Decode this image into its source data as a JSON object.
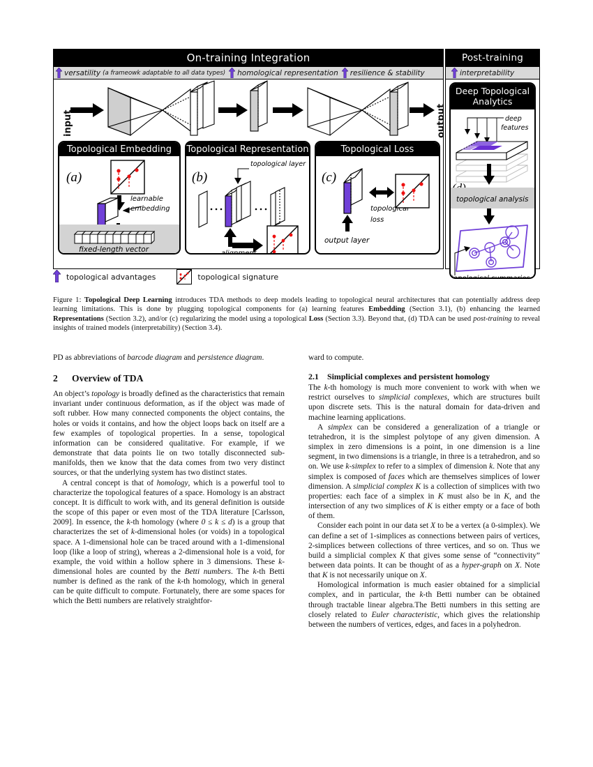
{
  "figure": {
    "left_header": "On-training Integration",
    "right_header": "Post-training",
    "advantages": [
      {
        "main": "versatility",
        "sub": "(a frameowk adaptable to all data types)"
      },
      {
        "main": "homological representation",
        "sub": ""
      },
      {
        "main": "resilience & stability",
        "sub": ""
      }
    ],
    "post_advantage": {
      "main": "interpretability",
      "sub": ""
    },
    "input_label": "input",
    "output_label": "output",
    "panels": [
      {
        "title": "Topological Embedding",
        "tag": "(a)",
        "labels": [
          "learnable",
          "embedding",
          "fixed-length vector"
        ]
      },
      {
        "title": "Topological Representation",
        "tag": "(b)",
        "labels": [
          "topological layer",
          "alignment"
        ]
      },
      {
        "title": "Topological Loss",
        "tag": "(c)",
        "labels": [
          "topological",
          "loss",
          "output layer"
        ]
      }
    ],
    "dta": {
      "title_line1": "Deep Topological",
      "title_line2": "Analytics",
      "tag": "(d)",
      "deep_features_line1": "deep",
      "deep_features_line2": "features",
      "analysis_label": "topological analysis",
      "summaries_label": "topological summaries"
    },
    "legend": [
      {
        "icon": "up-arrow-icon",
        "label": "topological advantages"
      },
      {
        "icon": "signature-square-icon",
        "label": "topological signature"
      }
    ],
    "colors": {
      "purple": "#7040d8",
      "light_purple": "#b79ae8",
      "red": "#ee1111",
      "black": "#000000",
      "grey": "#d9d9d9"
    }
  },
  "caption": {
    "label": "Figure 1:",
    "bold1": "Topological Deep Learning",
    "text1": " introduces TDA methods to deep models leading to topological neural architectures that can potentially address deep learning limitations. This is done by plugging topological components for (a) learning features ",
    "bold2": "Embedding",
    "text2": " (Section 3.1), (b) enhancing the learned ",
    "bold3": "Representations",
    "text3": " (Section 3.2), and/or (c) regularizing the model using a topological ",
    "bold4": "Loss",
    "text4": " (Section 3.3). Beyond that, (d) TDA can be used ",
    "italic1": "post-training",
    "text5": " to reveal insights of trained models (interpretability) (Section 3.4)."
  },
  "left_column": {
    "continued_para": {
      "pre": "PD as abbreviations of ",
      "i1": "barcode diagram",
      "mid": " and ",
      "i2": "persistence diagram",
      "post": "."
    },
    "section_number": "2",
    "section_title": "Overview of TDA",
    "para1": {
      "pre": "An object’s ",
      "i1": "topology",
      "post": " is broadly defined as the characteristics that remain invariant under continuous deformation, as if the object was made of soft rubber. How many connected components the object contains, the holes or voids it contains, and how the object loops back on itself are a few examples of topological properties. In a sense, topological information can be considered qualitative. For example, if we demonstrate that data points lie on two totally disconnected sub-manifolds, then we know that the data comes from two very distinct sources, or that the underlying system has two distinct states."
    },
    "para2": {
      "pre": "A central concept is that of ",
      "i1": "homology",
      "mid1": ", which is a powerful tool to characterize the topological features of a space. Homology is an abstract concept. It is difficult to work with, and its general definition is outside the scope of this paper or even most of the TDA literature [Carlsson, 2009]. In essence, the ",
      "m1": "k",
      "mid2": "-th homology (where ",
      "m2": "0 ≤ k ≤ d",
      "mid3": ") is a group that characterizes the set of ",
      "m3": "k",
      "mid4": "-dimensional holes (or voids) in a topological space. A 1-dimensional hole can be traced around with a 1-dimensional loop (like a loop of string), whereas a 2-dimensional hole is a void, for example, the void within a hollow sphere in 3 dimensions. These ",
      "m4": "k",
      "mid5": "-dimensional holes are counted by the ",
      "i2": "Betti numbers",
      "mid6": ". The ",
      "m5": "k",
      "mid7": "-th Betti number is defined as the rank of the ",
      "m6": "k",
      "post": "-th homology, which in general can be quite difficult to compute. Fortunately, there are some spaces for which the Betti numbers are relatively straightfor-"
    }
  },
  "right_column": {
    "continued_text": "ward to compute.",
    "subsection_number": "2.1",
    "subsection_title": "Simplicial complexes and persistent homology",
    "para1": {
      "pre": "The ",
      "m1": "k",
      "mid1": "-th homology is much more convenient to work with when we restrict ourselves to ",
      "i1": "simplicial complexes",
      "post": ", which are structures built upon discrete sets. This is the natural domain for data-driven and machine learning applications."
    },
    "para2": {
      "pre": "A ",
      "i1": "simplex",
      "mid1": " can be considered a generalization of a triangle or tetrahedron, it is the simplest polytope of any given dimension. A simplex in zero dimensions is a point, in one dimension is a line segment, in two dimensions is a triangle, in three is a tetrahedron, and so on. We use ",
      "i2": "k-simplex",
      "mid2": " to refer to a simplex of dimension ",
      "m1": "k",
      "mid3": ". Note that any simplex is composed of ",
      "i3": "faces",
      "mid4": " which are themselves simplices of lower dimension. A ",
      "i4": "simplicial complex K",
      "mid5": " is a collection of simplices with two properties: each face of a simplex in ",
      "m2": "K",
      "mid6": " must also be in ",
      "m3": "K",
      "mid7": ", and the intersection of any two simplices of ",
      "m4": "K",
      "post": " is either empty or a face of both of them."
    },
    "para3": {
      "pre": "Consider each point in our data set ",
      "m1": "X",
      "mid1": " to be a vertex (a 0-simplex). We can define a set of 1-simplices as connections between pairs of vertices, 2-simplices between collections of three vertices, and so on. Thus we build a simplicial complex ",
      "m2": "K",
      "mid2": " that gives some sense of “connectivity” between data points. It can be thought of as a ",
      "i1": "hyper-graph",
      "mid3": " on ",
      "m3": "X",
      "mid4": ". Note that ",
      "m4": "K",
      "mid5": " is not necessarily unique on ",
      "m5": "X",
      "post": "."
    },
    "para4": {
      "pre": "Homological information is much easier obtained for a simplicial complex, and in particular, the ",
      "m1": "k",
      "mid1": "-th Betti number can be obtained through tractable linear algebra.The Betti numbers in this setting are closely related to ",
      "i1": "Euler characteristic",
      "post": ", which gives the relationship between the numbers of vertices, edges, and faces in a polyhedron."
    }
  }
}
